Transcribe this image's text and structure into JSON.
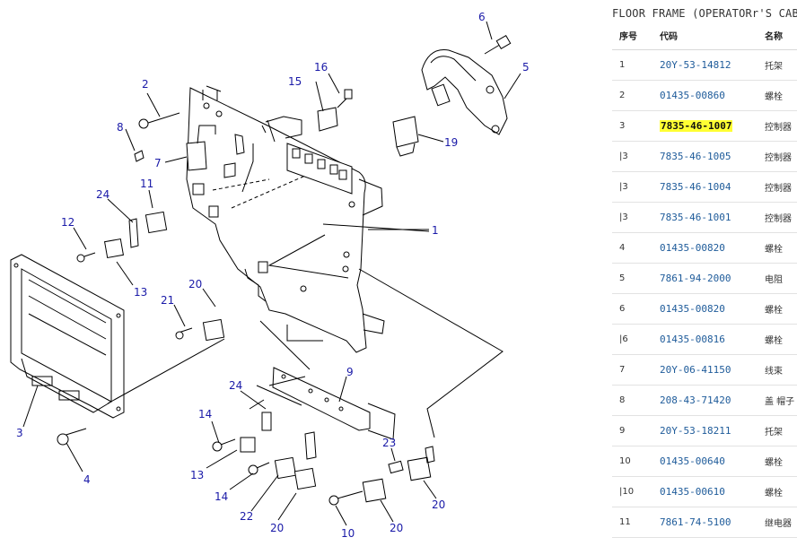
{
  "diagram": {
    "callouts": [
      "1",
      "2",
      "3",
      "4",
      "5",
      "6",
      "7",
      "8",
      "9",
      "10",
      "11",
      "12",
      "13",
      "13",
      "14",
      "14",
      "15",
      "16",
      "19",
      "20",
      "20",
      "20",
      "20",
      "20",
      "21",
      "22",
      "23",
      "24",
      "24"
    ]
  },
  "parts_table": {
    "title": "FLOOR FRAME (OPERATORr'S CAB",
    "headers": [
      "序号",
      "代码",
      "名称"
    ],
    "rows": [
      {
        "no": "1",
        "code": "20Y-53-14812",
        "name": "托架",
        "highlight": false
      },
      {
        "no": "2",
        "code": "01435-00860",
        "name": "螺栓",
        "highlight": false
      },
      {
        "no": "3",
        "code": "7835-46-1007",
        "name": "控制器",
        "highlight": true
      },
      {
        "no": "|3",
        "code": "7835-46-1005",
        "name": "控制器",
        "highlight": false
      },
      {
        "no": "|3",
        "code": "7835-46-1004",
        "name": "控制器",
        "highlight": false
      },
      {
        "no": "|3",
        "code": "7835-46-1001",
        "name": "控制器",
        "highlight": false
      },
      {
        "no": "4",
        "code": "01435-00820",
        "name": "螺栓",
        "highlight": false
      },
      {
        "no": "5",
        "code": "7861-94-2000",
        "name": "电阻",
        "highlight": false
      },
      {
        "no": "6",
        "code": "01435-00820",
        "name": "螺栓",
        "highlight": false
      },
      {
        "no": "|6",
        "code": "01435-00816",
        "name": "螺栓",
        "highlight": false
      },
      {
        "no": "7",
        "code": "20Y-06-41150",
        "name": "线束",
        "highlight": false
      },
      {
        "no": "8",
        "code": "208-43-71420",
        "name": "盖 帽子",
        "highlight": false
      },
      {
        "no": "9",
        "code": "20Y-53-18211",
        "name": "托架",
        "highlight": false
      },
      {
        "no": "10",
        "code": "01435-00640",
        "name": "螺栓",
        "highlight": false
      },
      {
        "no": "|10",
        "code": "01435-00610",
        "name": "螺栓",
        "highlight": false
      },
      {
        "no": "11",
        "code": "7861-74-5100",
        "name": "继电器",
        "highlight": false
      }
    ]
  }
}
